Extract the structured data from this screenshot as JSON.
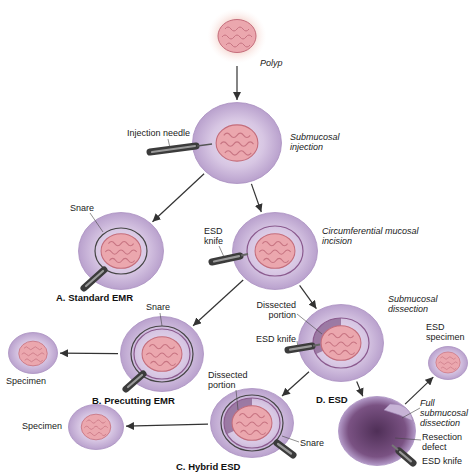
{
  "diagram": {
    "nodes": [
      {
        "text": [
          "Polyp"
        ]
      },
      {
        "text": [
          "Injection needle",
          "Submucosal injection"
        ]
      },
      {
        "text": [
          "Snare",
          "A. Standard EMR"
        ]
      },
      {
        "text": [
          "ESD knife",
          "Circumferential mucosal incision"
        ]
      },
      {
        "text": [
          "Snare",
          "B. Precutting EMR"
        ]
      },
      {
        "text": [
          "Specimen"
        ]
      },
      {
        "text": [
          "Dissected portion",
          "ESD knife",
          "Submucosal dissection"
        ]
      },
      {
        "text": [
          "Dissected portion",
          "Snare",
          "C. Hybrid ESD"
        ]
      },
      {
        "text": [
          "Specimen"
        ]
      },
      {
        "text": [
          "Full submucosal dissection",
          "Resection defect",
          "ESD knife",
          "D. ESD"
        ]
      },
      {
        "text": [
          "ESD specimen"
        ]
      }
    ],
    "edges": [
      {
        "from": 0,
        "to": 1,
        "arrow": "to"
      },
      {
        "from": 1,
        "to": 2,
        "arrow": "to"
      },
      {
        "from": 1,
        "to": 3,
        "arrow": "to"
      },
      {
        "from": 3,
        "to": 4,
        "arrow": "to"
      },
      {
        "from": 3,
        "to": 6,
        "arrow": "to"
      },
      {
        "from": 4,
        "to": 5,
        "arrow": "to"
      },
      {
        "from": 6,
        "to": 7,
        "arrow": "to"
      },
      {
        "from": 6,
        "to": 9,
        "arrow": "to"
      },
      {
        "from": 7,
        "to": 8,
        "arrow": "to"
      },
      {
        "from": 9,
        "to": 10,
        "arrow": "to"
      }
    ]
  }
}
